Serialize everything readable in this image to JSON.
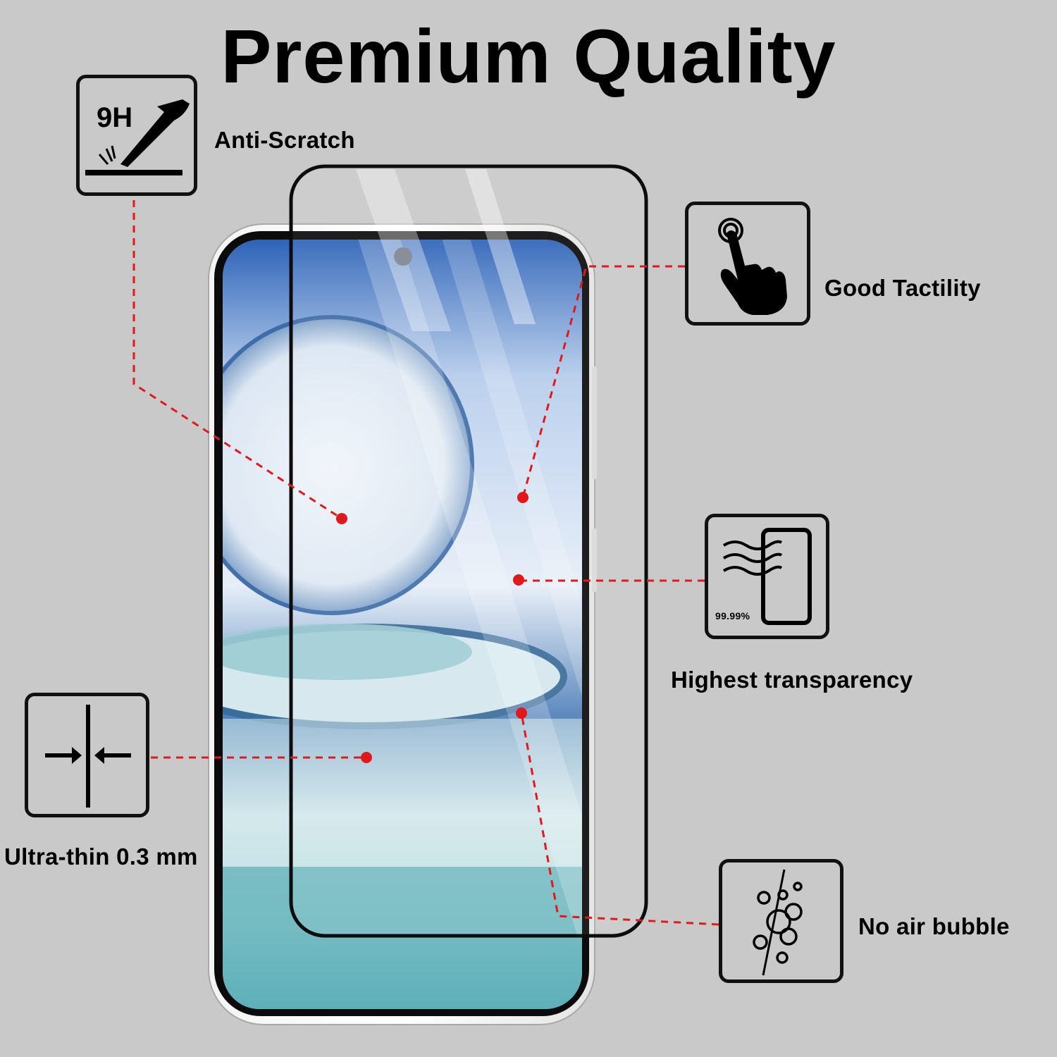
{
  "title": "Premium Quality",
  "features": {
    "anti_scratch": {
      "label": "Anti-Scratch",
      "icon": "knife-scratch-icon",
      "badge": "9H"
    },
    "tactility": {
      "label": "Good Tactility",
      "icon": "touch-hand-icon"
    },
    "transparency": {
      "label": "Highest transparency",
      "icon": "transparency-phone-icon",
      "badge": "99.99%"
    },
    "ultra_thin": {
      "label": "Ultra-thin 0.3 mm",
      "icon": "thickness-arrows-icon"
    },
    "no_bubble": {
      "label": "No air bubble",
      "icon": "bubbles-icon"
    }
  },
  "colors": {
    "background": "#c9c9c9",
    "callout_line": "#e01a1a",
    "outline": "#111111"
  }
}
